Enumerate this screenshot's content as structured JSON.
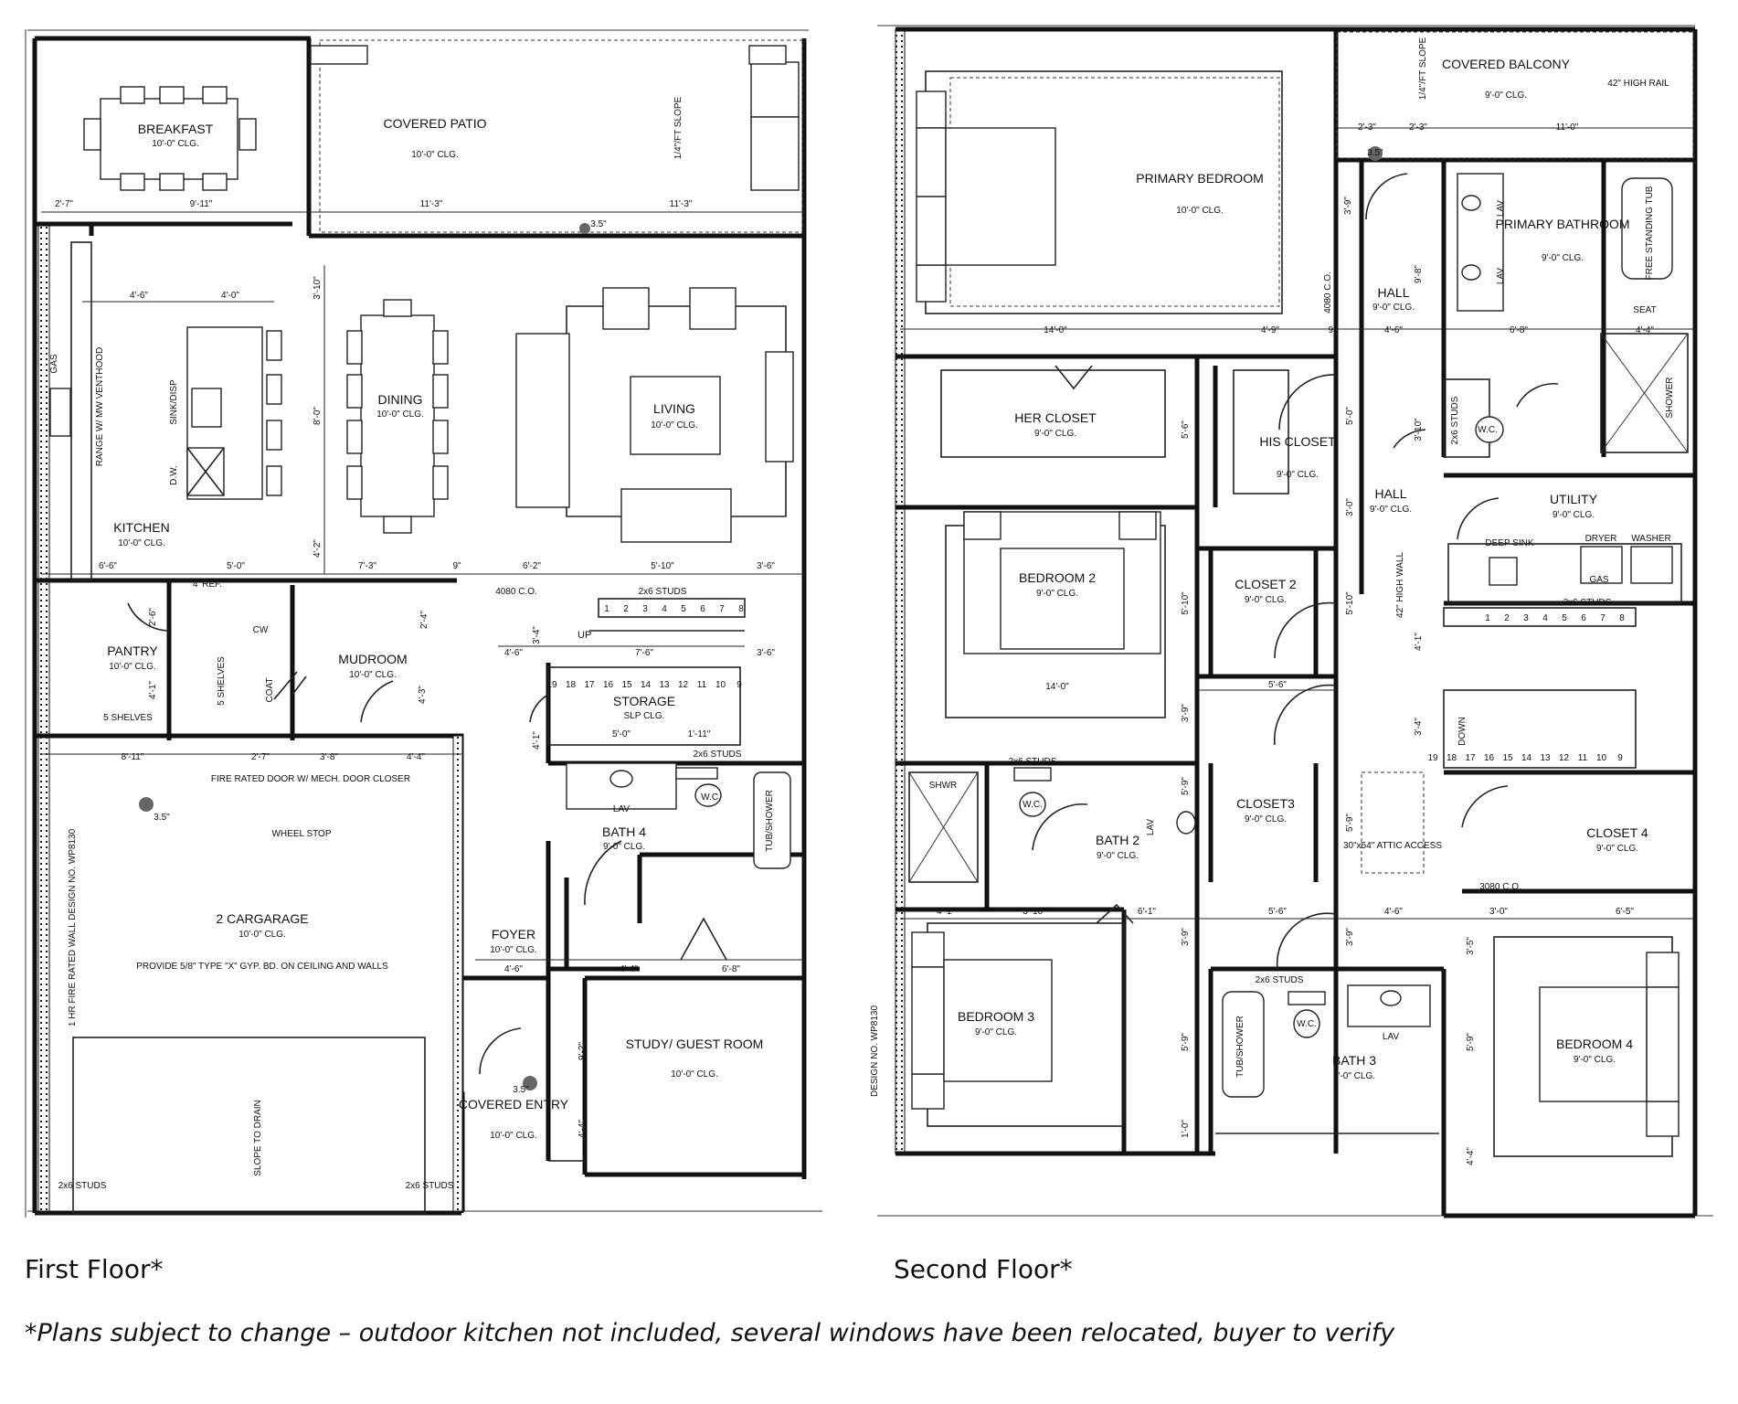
{
  "floor_labels": {
    "first": "First Floor*",
    "second": "Second Floor*"
  },
  "footnote": "*Plans subject to change – outdoor kitchen not included, several windows have been relocated, buyer to verify",
  "first_floor": {
    "rooms": [
      {
        "key": "breakfast",
        "name": "BREAKFAST",
        "ceiling": "10'-0\" CLG."
      },
      {
        "key": "covered_patio",
        "name": "COVERED PATIO",
        "ceiling": "10'-0\" CLG."
      },
      {
        "key": "dining",
        "name": "DINING",
        "ceiling": "10'-0\" CLG."
      },
      {
        "key": "living",
        "name": "LIVING",
        "ceiling": "10'-0\" CLG."
      },
      {
        "key": "kitchen",
        "name": "KITCHEN",
        "ceiling": "10'-0\" CLG."
      },
      {
        "key": "pantry",
        "name": "PANTRY",
        "ceiling": "10'-0\" CLG."
      },
      {
        "key": "mudroom",
        "name": "MUDROOM",
        "ceiling": "10'-0\" CLG."
      },
      {
        "key": "storage",
        "name": "STORAGE",
        "ceiling": "SLP CLG."
      },
      {
        "key": "bath4",
        "name": "BATH 4",
        "ceiling": "9'-0\" CLG."
      },
      {
        "key": "garage",
        "name": "2 CARGARAGE",
        "ceiling": "10'-0\" CLG."
      },
      {
        "key": "foyer",
        "name": "FOYER",
        "ceiling": "10'-0\" CLG."
      },
      {
        "key": "study",
        "name": "STUDY/ GUEST ROOM",
        "ceiling": "10'-0\" CLG."
      },
      {
        "key": "covered_entry",
        "name": "COVERED ENTRY",
        "ceiling": "10'-0\" CLG."
      }
    ],
    "labels": {
      "slope": "1/4\"/FT SLOPE",
      "range": "RANGE W/ MW VENTHOOD",
      "gas": "GAS",
      "sink": "SINK/DISP",
      "dw": "D.W.",
      "ref": "4' REF.",
      "cw": "CW",
      "coat": "COAT",
      "five_shelves": "5 SHELVES",
      "fire_door": "FIRE RATED DOOR W/ MECH. DOOR CLOSER",
      "wheel_stop": "WHEEL STOP",
      "fire_wall": "1 HR FIRE RATED WALL DESIGN NO. WP8130",
      "gyp": "PROVIDE 5/8\" TYPE \"X\" GYP. BD. ON CEILING AND WALLS",
      "slope_drain": "SLOPE TO DRAIN",
      "studs": "2x6 STUDS",
      "lav": "LAV",
      "wc": "W.C.",
      "tub_shower": "TUB/SHOWER",
      "up": "UP",
      "door_4080": "4080 C.O.",
      "step": "3.5\""
    },
    "dims": [
      "2'-7\"",
      "9'-11\"",
      "11'-3\"",
      "11'-3\"",
      "4'-6\"",
      "4'-0\"",
      "3'-10\"",
      "8'-0\"",
      "4'-2\"",
      "6'-6\"",
      "5'-0\"",
      "7'-3\"",
      "9\"",
      "6'-2\"",
      "5'-10\"",
      "3'-6\"",
      "2'-6\"",
      "2'-4\"",
      "3'-4\"",
      "4'-6\"",
      "7'-6\"",
      "3'-6\"",
      "4'-1\"",
      "4'-3\"",
      "4'-1\"",
      "5'-0\"",
      "1'-11\"",
      "8'-11\"",
      "2'-7\"",
      "3'-8\"",
      "4'-4\"",
      "4'-6\"",
      "4'-4\"",
      "6'-8\"",
      "9'-2\"",
      "4'-4\""
    ],
    "stair_top": [
      "1",
      "2",
      "3",
      "4",
      "5",
      "6",
      "7",
      "8"
    ],
    "stair_bottom": [
      "19",
      "18",
      "17",
      "16",
      "15",
      "14",
      "13",
      "12",
      "11",
      "10",
      "9"
    ]
  },
  "second_floor": {
    "rooms": [
      {
        "key": "primary_bedroom",
        "name": "PRIMARY BEDROOM",
        "ceiling": "10'-0\" CLG."
      },
      {
        "key": "covered_balcony",
        "name": "COVERED BALCONY",
        "ceiling": "9'-0\" CLG."
      },
      {
        "key": "hall_upper",
        "name": "HALL",
        "ceiling": "9'-0\" CLG."
      },
      {
        "key": "primary_bathroom",
        "name": "PRIMARY BATHROOM",
        "ceiling": "9'-0\" CLG."
      },
      {
        "key": "her_closet",
        "name": "HER CLOSET",
        "ceiling": "9'-0\" CLG."
      },
      {
        "key": "his_closet",
        "name": "HIS CLOSET",
        "ceiling": "9'-0\" CLG."
      },
      {
        "key": "hall_lower",
        "name": "HALL",
        "ceiling": "9'-0\" CLG."
      },
      {
        "key": "utility",
        "name": "UTILITY",
        "ceiling": "9'-0\" CLG."
      },
      {
        "key": "bedroom2",
        "name": "BEDROOM 2",
        "ceiling": "9'-0\" CLG."
      },
      {
        "key": "closet2",
        "name": "CLOSET 2",
        "ceiling": "9'-0\" CLG."
      },
      {
        "key": "bath2",
        "name": "BATH 2",
        "ceiling": "9'-0\" CLG."
      },
      {
        "key": "closet3",
        "name": "CLOSET3",
        "ceiling": "9'-0\" CLG."
      },
      {
        "key": "closet4",
        "name": "CLOSET 4",
        "ceiling": "9'-0\" CLG."
      },
      {
        "key": "bedroom3",
        "name": "BEDROOM 3",
        "ceiling": "9'-0\" CLG."
      },
      {
        "key": "bath3",
        "name": "BATH 3",
        "ceiling": "9'-0\" CLG."
      },
      {
        "key": "bedroom4",
        "name": "BEDROOM 4",
        "ceiling": "9'-0\" CLG."
      }
    ],
    "labels": {
      "rail": "42\" HIGH RAIL",
      "slope": "1/4\"/FT SLOPE",
      "free_tub": "FREE STANDING TUB",
      "lav": "LAV",
      "seat": "SEAT",
      "shower": "SHOWER",
      "wc": "W.C.",
      "studs": "2x6 STUDS",
      "deep_sink": "DEEP SINK",
      "dryer": "DRYER",
      "washer": "WASHER",
      "gas": "GAS",
      "high_wall": "42\" HIGH WALL",
      "shwr": "SHWR",
      "attic": "30\"x54\" ATTIC ACCESS",
      "tub_shower": "TUB/SHOWER",
      "down": "DOWN",
      "design_no": "DESIGN NO. WP8130",
      "door_4080": "4080 C.O.",
      "door_3080": "3080 C.O.",
      "step": "3.5\""
    },
    "dims": [
      "2'-3\"",
      "2'-3\"",
      "11'-0\"",
      "14'-0\"",
      "4'-9\"",
      "9\"",
      "4'-6\"",
      "6'-8\"",
      "4'-4\"",
      "3'-9\"",
      "9'-8\"",
      "5'-0\"",
      "3'-10\"",
      "3'-0\"",
      "5'-6\"",
      "14'-0\"",
      "5'-10\"",
      "5'-10\"",
      "3'-9\"",
      "5'-6\"",
      "4'-1\"",
      "3'-4\"",
      "5'-9\"",
      "5'-9\"",
      "4'-1\"",
      "3'-10\"",
      "6'-1\"",
      "5'-6\"",
      "4'-6\"",
      "3'-0\"",
      "6'-5\"",
      "3'-9\"",
      "3'-9\"",
      "3'-5\"",
      "5'-9\"",
      "5'-9\"",
      "4'-4\"",
      "1'-0\""
    ],
    "stair_top": [
      "1",
      "2",
      "3",
      "4",
      "5",
      "6",
      "7",
      "8"
    ],
    "stair_bottom": [
      "19",
      "18",
      "17",
      "16",
      "15",
      "14",
      "13",
      "12",
      "11",
      "10",
      "9"
    ]
  }
}
